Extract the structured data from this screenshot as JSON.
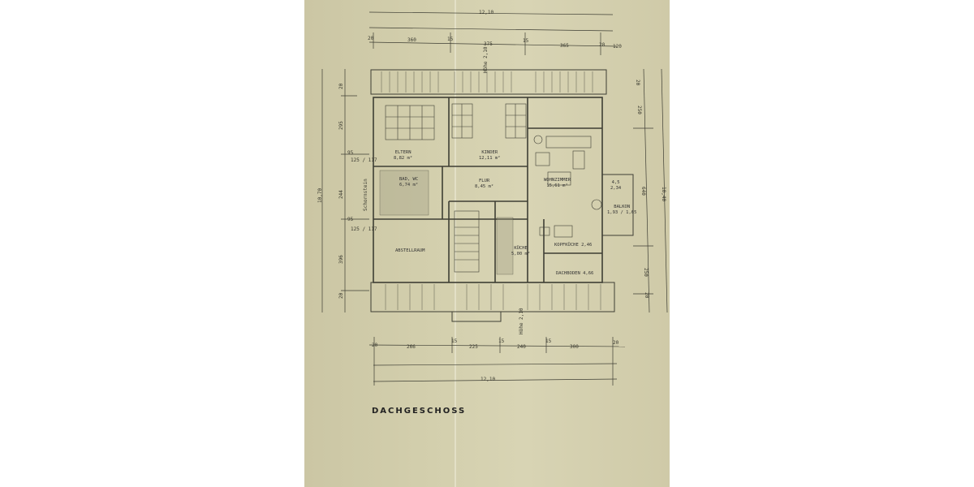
{
  "drawing": {
    "title": "DACHGESCHOSS",
    "paper_color": "#d3cfad",
    "ink_color": "#3a3a30"
  },
  "dimensions": {
    "top_total": "12,10",
    "top_segments": [
      "20",
      "360",
      "15",
      "375",
      "15",
      "365",
      "20"
    ],
    "top_extra": "120",
    "top_mark": "Höhe 2,10",
    "bottom_total": "12,10",
    "bottom_segments": [
      "20",
      "266",
      "15",
      "225",
      "15",
      "240",
      "15",
      "300",
      "20"
    ],
    "bottom_mark": "Höhe 2,10",
    "left_total": "10,70",
    "left_segments": [
      "20",
      "295",
      "95",
      "244",
      "95",
      "396",
      "20"
    ],
    "left_sub_upper": "125 / 117",
    "left_sub_lower": "125 / 117",
    "left_note": "Schornstein",
    "right_total": "10,40",
    "right_segments": [
      "20",
      "250",
      "640",
      "250",
      "20"
    ]
  },
  "rooms": [
    {
      "name": "ELTERN",
      "area": "8,82 m²"
    },
    {
      "name": "KINDER",
      "area": "12,11 m²"
    },
    {
      "name": "WOHNZIMMER",
      "area": "15,61 m²"
    },
    {
      "name": "BAD, WC",
      "area": "6,74 m²"
    },
    {
      "name": "FLUR",
      "area": "8,45 m²"
    },
    {
      "name": "ABSTELLRAUM",
      "area": ""
    },
    {
      "name": "KÜCHE",
      "area": "5,00 m²"
    },
    {
      "name": "KOPFKÜCHE",
      "area": "2,46"
    },
    {
      "name": "DACHBODEN",
      "area": "4,66"
    },
    {
      "name": "BALKON",
      "area": "1,93 / 1,65"
    }
  ],
  "balcony_dims": {
    "a": "4,5",
    "b": "2,34"
  }
}
